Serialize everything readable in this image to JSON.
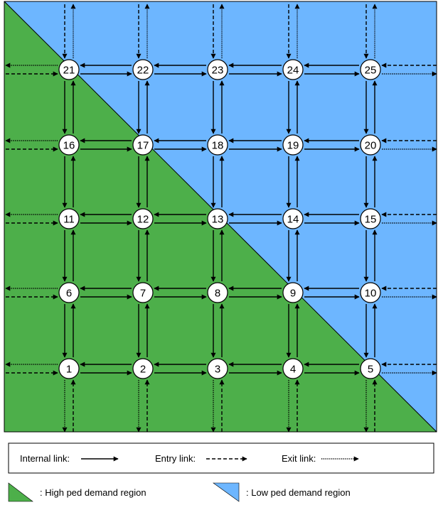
{
  "nodes": [
    {
      "id": "1",
      "row": 0,
      "col": 0
    },
    {
      "id": "2",
      "row": 0,
      "col": 1
    },
    {
      "id": "3",
      "row": 0,
      "col": 2
    },
    {
      "id": "4",
      "row": 0,
      "col": 3
    },
    {
      "id": "5",
      "row": 0,
      "col": 4
    },
    {
      "id": "6",
      "row": 1,
      "col": 0
    },
    {
      "id": "7",
      "row": 1,
      "col": 1
    },
    {
      "id": "8",
      "row": 1,
      "col": 2
    },
    {
      "id": "9",
      "row": 1,
      "col": 3
    },
    {
      "id": "10",
      "row": 1,
      "col": 4
    },
    {
      "id": "11",
      "row": 2,
      "col": 0
    },
    {
      "id": "12",
      "row": 2,
      "col": 1
    },
    {
      "id": "13",
      "row": 2,
      "col": 2
    },
    {
      "id": "14",
      "row": 2,
      "col": 3
    },
    {
      "id": "15",
      "row": 2,
      "col": 4
    },
    {
      "id": "16",
      "row": 3,
      "col": 0
    },
    {
      "id": "17",
      "row": 3,
      "col": 1
    },
    {
      "id": "18",
      "row": 3,
      "col": 2
    },
    {
      "id": "19",
      "row": 3,
      "col": 3
    },
    {
      "id": "20",
      "row": 3,
      "col": 4
    },
    {
      "id": "21",
      "row": 4,
      "col": 0
    },
    {
      "id": "22",
      "row": 4,
      "col": 1
    },
    {
      "id": "23",
      "row": 4,
      "col": 2
    },
    {
      "id": "24",
      "row": 4,
      "col": 3
    },
    {
      "id": "25",
      "row": 4,
      "col": 4
    }
  ],
  "regions": {
    "high": {
      "color": "#4daf4a",
      "label": ": High ped demand region"
    },
    "low": {
      "color": "#6db6ff",
      "label": ": Low ped demand region"
    }
  },
  "legend": {
    "internal_label": "Internal link:",
    "entry_label": "Entry link:",
    "exit_label": "Exit link:"
  }
}
